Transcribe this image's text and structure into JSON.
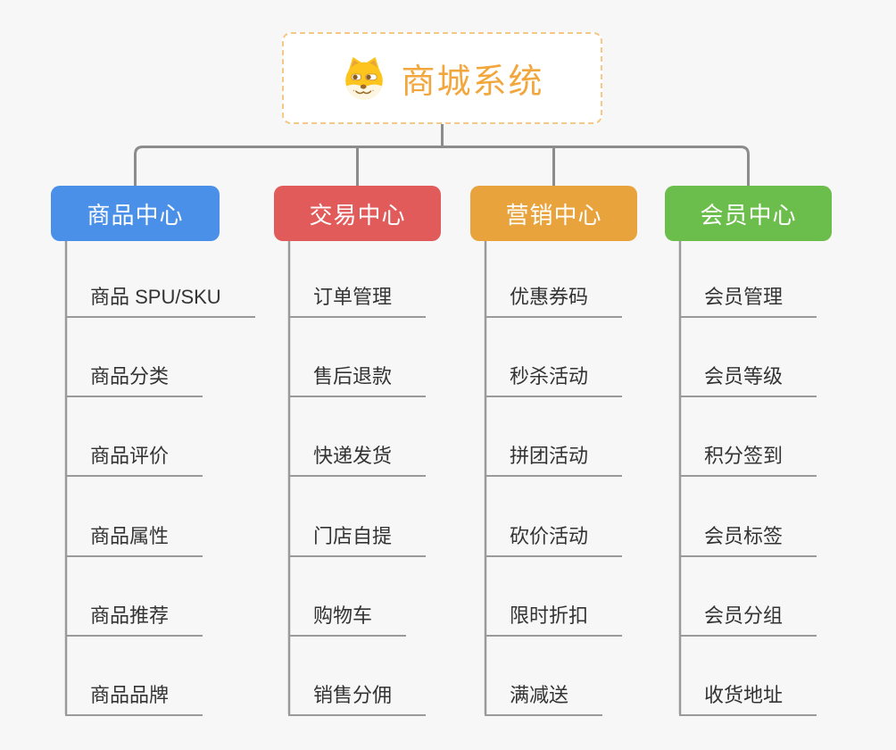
{
  "root": {
    "title": "商城系统",
    "icon": "shiba-dog-icon",
    "title_color": "#f2a73d",
    "border_color": "#f4c887"
  },
  "branches": [
    {
      "label": "商品中心",
      "color": "#4a90e8",
      "items": [
        "商品 SPU/SKU",
        "商品分类",
        "商品评价",
        "商品属性",
        "商品推荐",
        "商品品牌"
      ]
    },
    {
      "label": "交易中心",
      "color": "#e25b5b",
      "items": [
        "订单管理",
        "售后退款",
        "快递发货",
        "门店自提",
        "购物车",
        "销售分佣"
      ]
    },
    {
      "label": "营销中心",
      "color": "#e9a33c",
      "items": [
        "优惠券码",
        "秒杀活动",
        "拼团活动",
        "砍价活动",
        "限时折扣",
        "满减送"
      ]
    },
    {
      "label": "会员中心",
      "color": "#6cbe4c",
      "items": [
        "会员管理",
        "会员等级",
        "积分签到",
        "会员标签",
        "会员分组",
        "收货地址"
      ]
    }
  ],
  "colors": {
    "background": "#f7f7f7",
    "connector": "#8c8c8c",
    "sub_line": "#9a9a9a",
    "item_text": "#333333"
  }
}
